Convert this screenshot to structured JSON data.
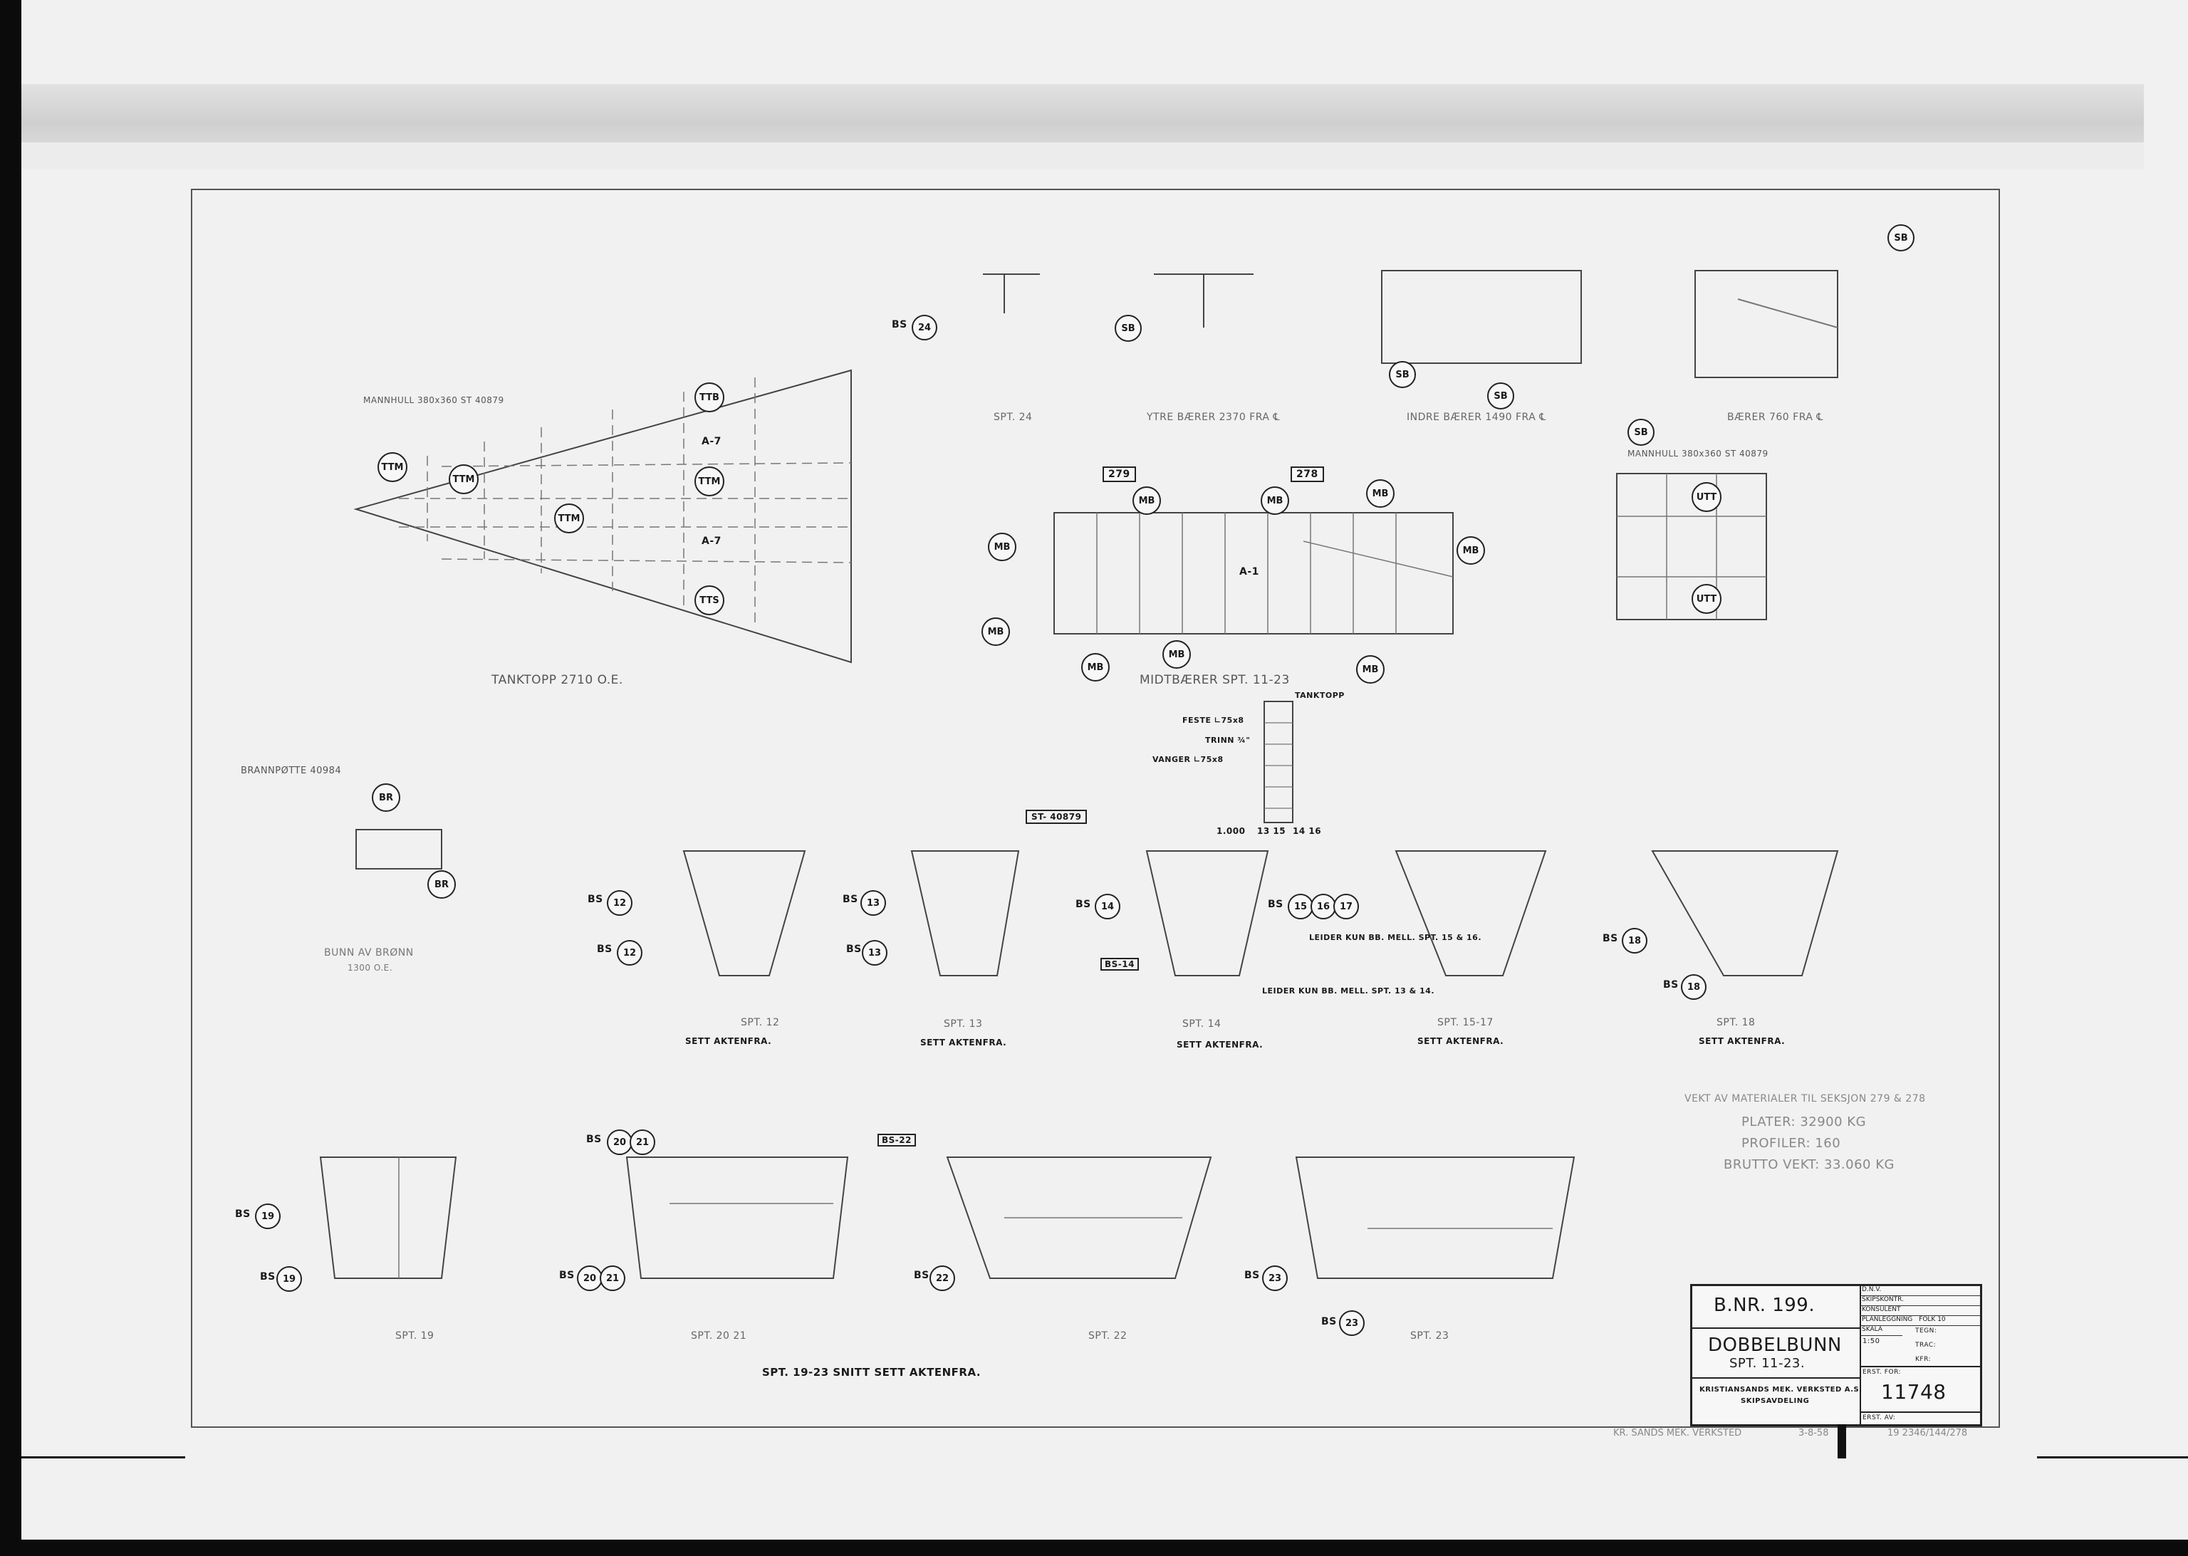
{
  "title_block": {
    "bnr": "B.NR. 199.",
    "drawing_title": "DOBBELBUNN",
    "drawing_subtitle": "SPT. 11-23.",
    "company": "KRISTIANSANDS MEK. VERKSTED A.S.",
    "department": "SKIPSAVDELING",
    "drawing_number": "11748",
    "right_rows": [
      "D.N.V.",
      "SKIPSKONTR.",
      "KONSULENT",
      "PLANLEGGNING",
      "SKALA",
      "1:50",
      "TEGN:",
      "TRAC:",
      "KFR:"
    ],
    "sheet_ref": "FOLK 10",
    "erst_for": "ERST. FOR:",
    "erst_av": "ERST. AV:"
  },
  "views": {
    "tanktopp": {
      "caption": "TANKTOPP 2710 O.E.",
      "ref_note": "MANNHULL 380x360 ST 40879"
    },
    "midtbaerer": {
      "caption": "MIDTBÆRER SPT. 11-23",
      "frame_left": "279",
      "frame_right": "278"
    },
    "spt24": {
      "caption": "SPT. 24"
    },
    "ytre_baerer": {
      "caption": "YTRE BÆRER 2370 FRA ℄"
    },
    "indre_baerer": {
      "caption": "INDRE BÆRER 1490 FRA ℄"
    },
    "baerer760": {
      "caption": "BÆRER 760 FRA ℄"
    },
    "mannhull_right": {
      "note": "MANNHULL 380x360 ST 40879"
    },
    "brann": {
      "ref": "BRANNPØTTE 40984",
      "caption": "BUNN AV BRØNN",
      "sub": "1300 O.E."
    },
    "ladder": {
      "top": "TANKTOPP",
      "feste": "FESTE ∟75x8",
      "trinn": "TRINN ¾\"",
      "vanger": "VANGER ∟75x8",
      "dim": "1.000",
      "frames_a": "13 15",
      "frames_b": "14 16"
    },
    "leider14": "LEIDER KUN BB. MELL. SPT. 13 & 14.",
    "leider15": "LEIDER KUN BB. MELL. SPT. 15 & 16.",
    "st40879": "ST- 40879",
    "sections_top": [
      {
        "caption": "SPT. 12",
        "sub": "SETT AKTENFRA."
      },
      {
        "caption": "SPT. 13",
        "sub": "SETT AKTENFRA."
      },
      {
        "caption": "SPT. 14",
        "sub": "SETT AKTENFRA."
      },
      {
        "caption": "SPT. 15-17",
        "sub": "SETT AKTENFRA."
      },
      {
        "caption": "SPT. 18",
        "sub": "SETT AKTENFRA."
      }
    ],
    "sections_bottom": [
      {
        "caption": "SPT. 19"
      },
      {
        "caption": "SPT. 20 21"
      },
      {
        "caption": "SPT. 22"
      },
      {
        "caption": "SPT. 23"
      }
    ],
    "bottom_note": "SPT. 19-23  SNITT SETT AKTENFRA."
  },
  "weights": {
    "heading": "VEKT AV MATERIALER TIL SEKSJON 279 & 278",
    "plater": "PLATER: 32900 KG",
    "profiler": "PROFILER: 160",
    "brutto": "BRUTTO VEKT: 33.060 KG"
  },
  "markers": {
    "TTM": "TTM",
    "TTB": "TTB",
    "TTS": "TTS",
    "MB": "MB",
    "SB": "SB",
    "UTT": "UTT",
    "BR": "BR",
    "A7": "A-7",
    "A1": "A-1"
  },
  "bs_labels": {
    "bs": "BS",
    "n12": "12",
    "n13": "13",
    "n14": "14",
    "n15": "15",
    "n16": "16",
    "n17": "17",
    "n18": "18",
    "n19": "19",
    "n20": "20",
    "n21": "21",
    "n22": "22",
    "n23": "23",
    "n24": "24",
    "bs14": "BS-14",
    "bs22": "BS-22"
  },
  "stamp_bottom": "KR. SANDS MEK. VERKSTED",
  "stamp_ref": "3-8-58",
  "stamp_num": "19 2346/144/278"
}
